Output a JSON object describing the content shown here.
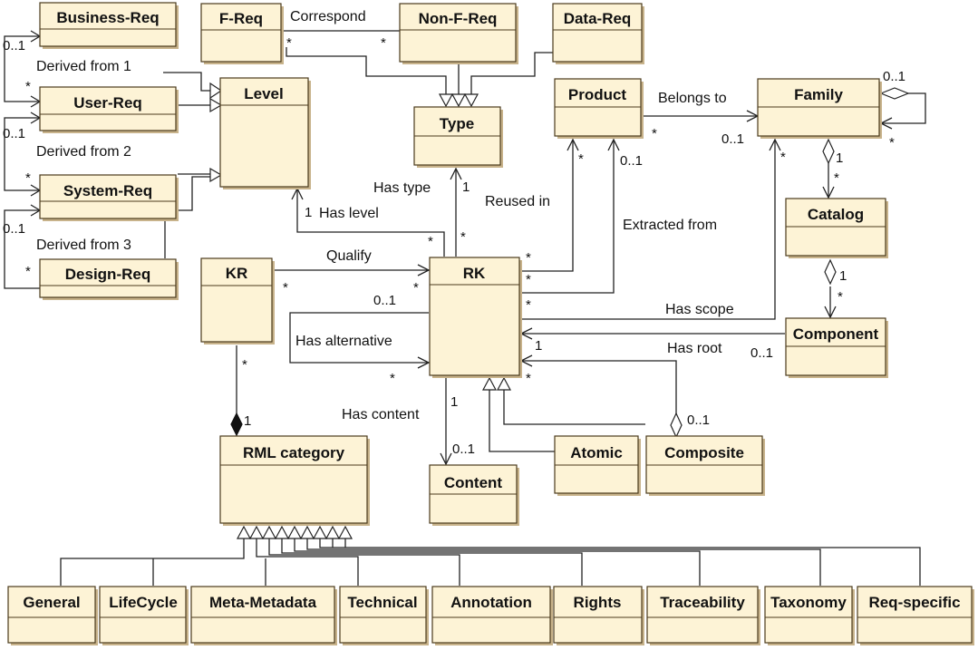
{
  "classes": {
    "business_req": "Business-Req",
    "f_req": "F-Req",
    "non_f_req": "Non-F-Req",
    "data_req": "Data-Req",
    "user_req": "User-Req",
    "level": "Level",
    "type": "Type",
    "product": "Product",
    "family": "Family",
    "system_req": "System-Req",
    "catalog": "Catalog",
    "design_req": "Design-Req",
    "kr": "KR",
    "rk": "RK",
    "component": "Component",
    "rml_category": "RML category",
    "content": "Content",
    "atomic": "Atomic",
    "composite": "Composite",
    "general": "General",
    "lifecycle": "LifeCycle",
    "meta_metadata": "Meta-Metadata",
    "technical": "Technical",
    "annotation": "Annotation",
    "rights": "Rights",
    "traceability": "Traceability",
    "taxonomy": "Taxonomy",
    "req_specific": "Req-specific"
  },
  "associations": {
    "correspond": "Correspond",
    "derived_from_1": "Derived from 1",
    "derived_from_2": "Derived from 2",
    "derived_from_3": "Derived from 3",
    "belongs_to": "Belongs to",
    "has_type": "Has type",
    "reused_in": "Reused in",
    "extracted_from": "Extracted from",
    "has_level": "Has level",
    "qualify": "Qualify",
    "has_alternative": "Has alternative",
    "has_scope": "Has scope",
    "has_root": "Has root",
    "has_content": "Has content"
  },
  "multiplicities": {
    "star": "*",
    "one": "1",
    "zero_one": "0..1"
  }
}
